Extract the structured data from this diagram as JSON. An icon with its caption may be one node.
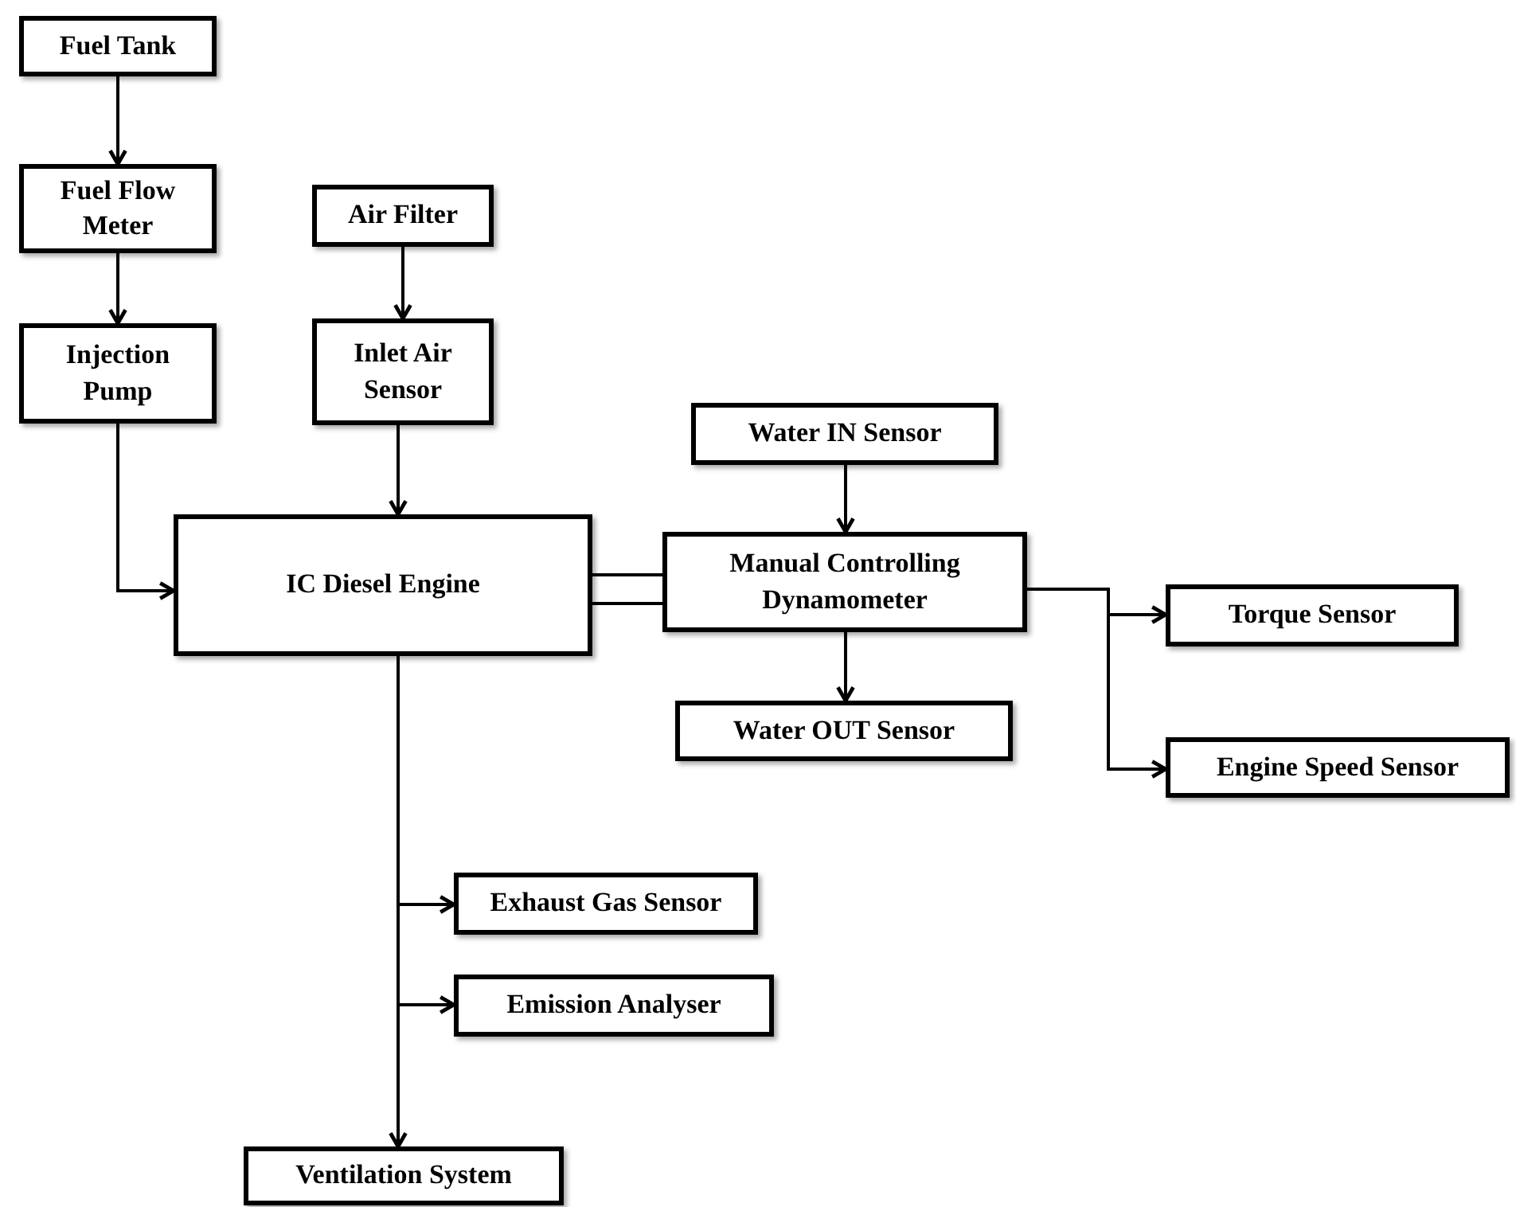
{
  "diagram": {
    "nodes": [
      {
        "text": [
          "Fuel Tank"
        ]
      },
      {
        "text": [
          "Fuel Flow Meter"
        ]
      },
      {
        "text": [
          "Injection Pump"
        ]
      },
      {
        "text": [
          "Air Filter"
        ]
      },
      {
        "text": [
          "Inlet Air Sensor"
        ]
      },
      {
        "text": [
          "IC Diesel Engine"
        ]
      },
      {
        "text": [
          "Water IN Sensor"
        ]
      },
      {
        "text": [
          "Manual Controlling Dynamometer"
        ]
      },
      {
        "text": [
          "Torque Sensor"
        ]
      },
      {
        "text": [
          "Engine Speed Sensor"
        ]
      },
      {
        "text": [
          "Water OUT Sensor"
        ]
      },
      {
        "text": [
          "Exhaust Gas Sensor"
        ]
      },
      {
        "text": [
          "Emission Analyser"
        ]
      },
      {
        "text": [
          "Ventilation System"
        ]
      }
    ],
    "edges": [
      {
        "from": 0,
        "to": 1,
        "arrow": "to"
      },
      {
        "from": 1,
        "to": 2,
        "arrow": "to"
      },
      {
        "from": 3,
        "to": 4,
        "arrow": "to"
      },
      {
        "from": 2,
        "to": 5,
        "arrow": "to"
      },
      {
        "from": 4,
        "to": 5,
        "arrow": "to"
      },
      {
        "from": 5,
        "to": 7,
        "arrow": "none"
      },
      {
        "from": 5,
        "to": 7,
        "arrow": "none"
      },
      {
        "from": 6,
        "to": 7,
        "arrow": "to"
      },
      {
        "from": 7,
        "to": 10,
        "arrow": "to"
      },
      {
        "from": 7,
        "to": 8,
        "arrow": "to"
      },
      {
        "from": 7,
        "to": 9,
        "arrow": "to"
      },
      {
        "from": 5,
        "to": 11,
        "arrow": "to"
      },
      {
        "from": 5,
        "to": 12,
        "arrow": "to"
      },
      {
        "from": 5,
        "to": 13,
        "arrow": "to"
      }
    ]
  }
}
